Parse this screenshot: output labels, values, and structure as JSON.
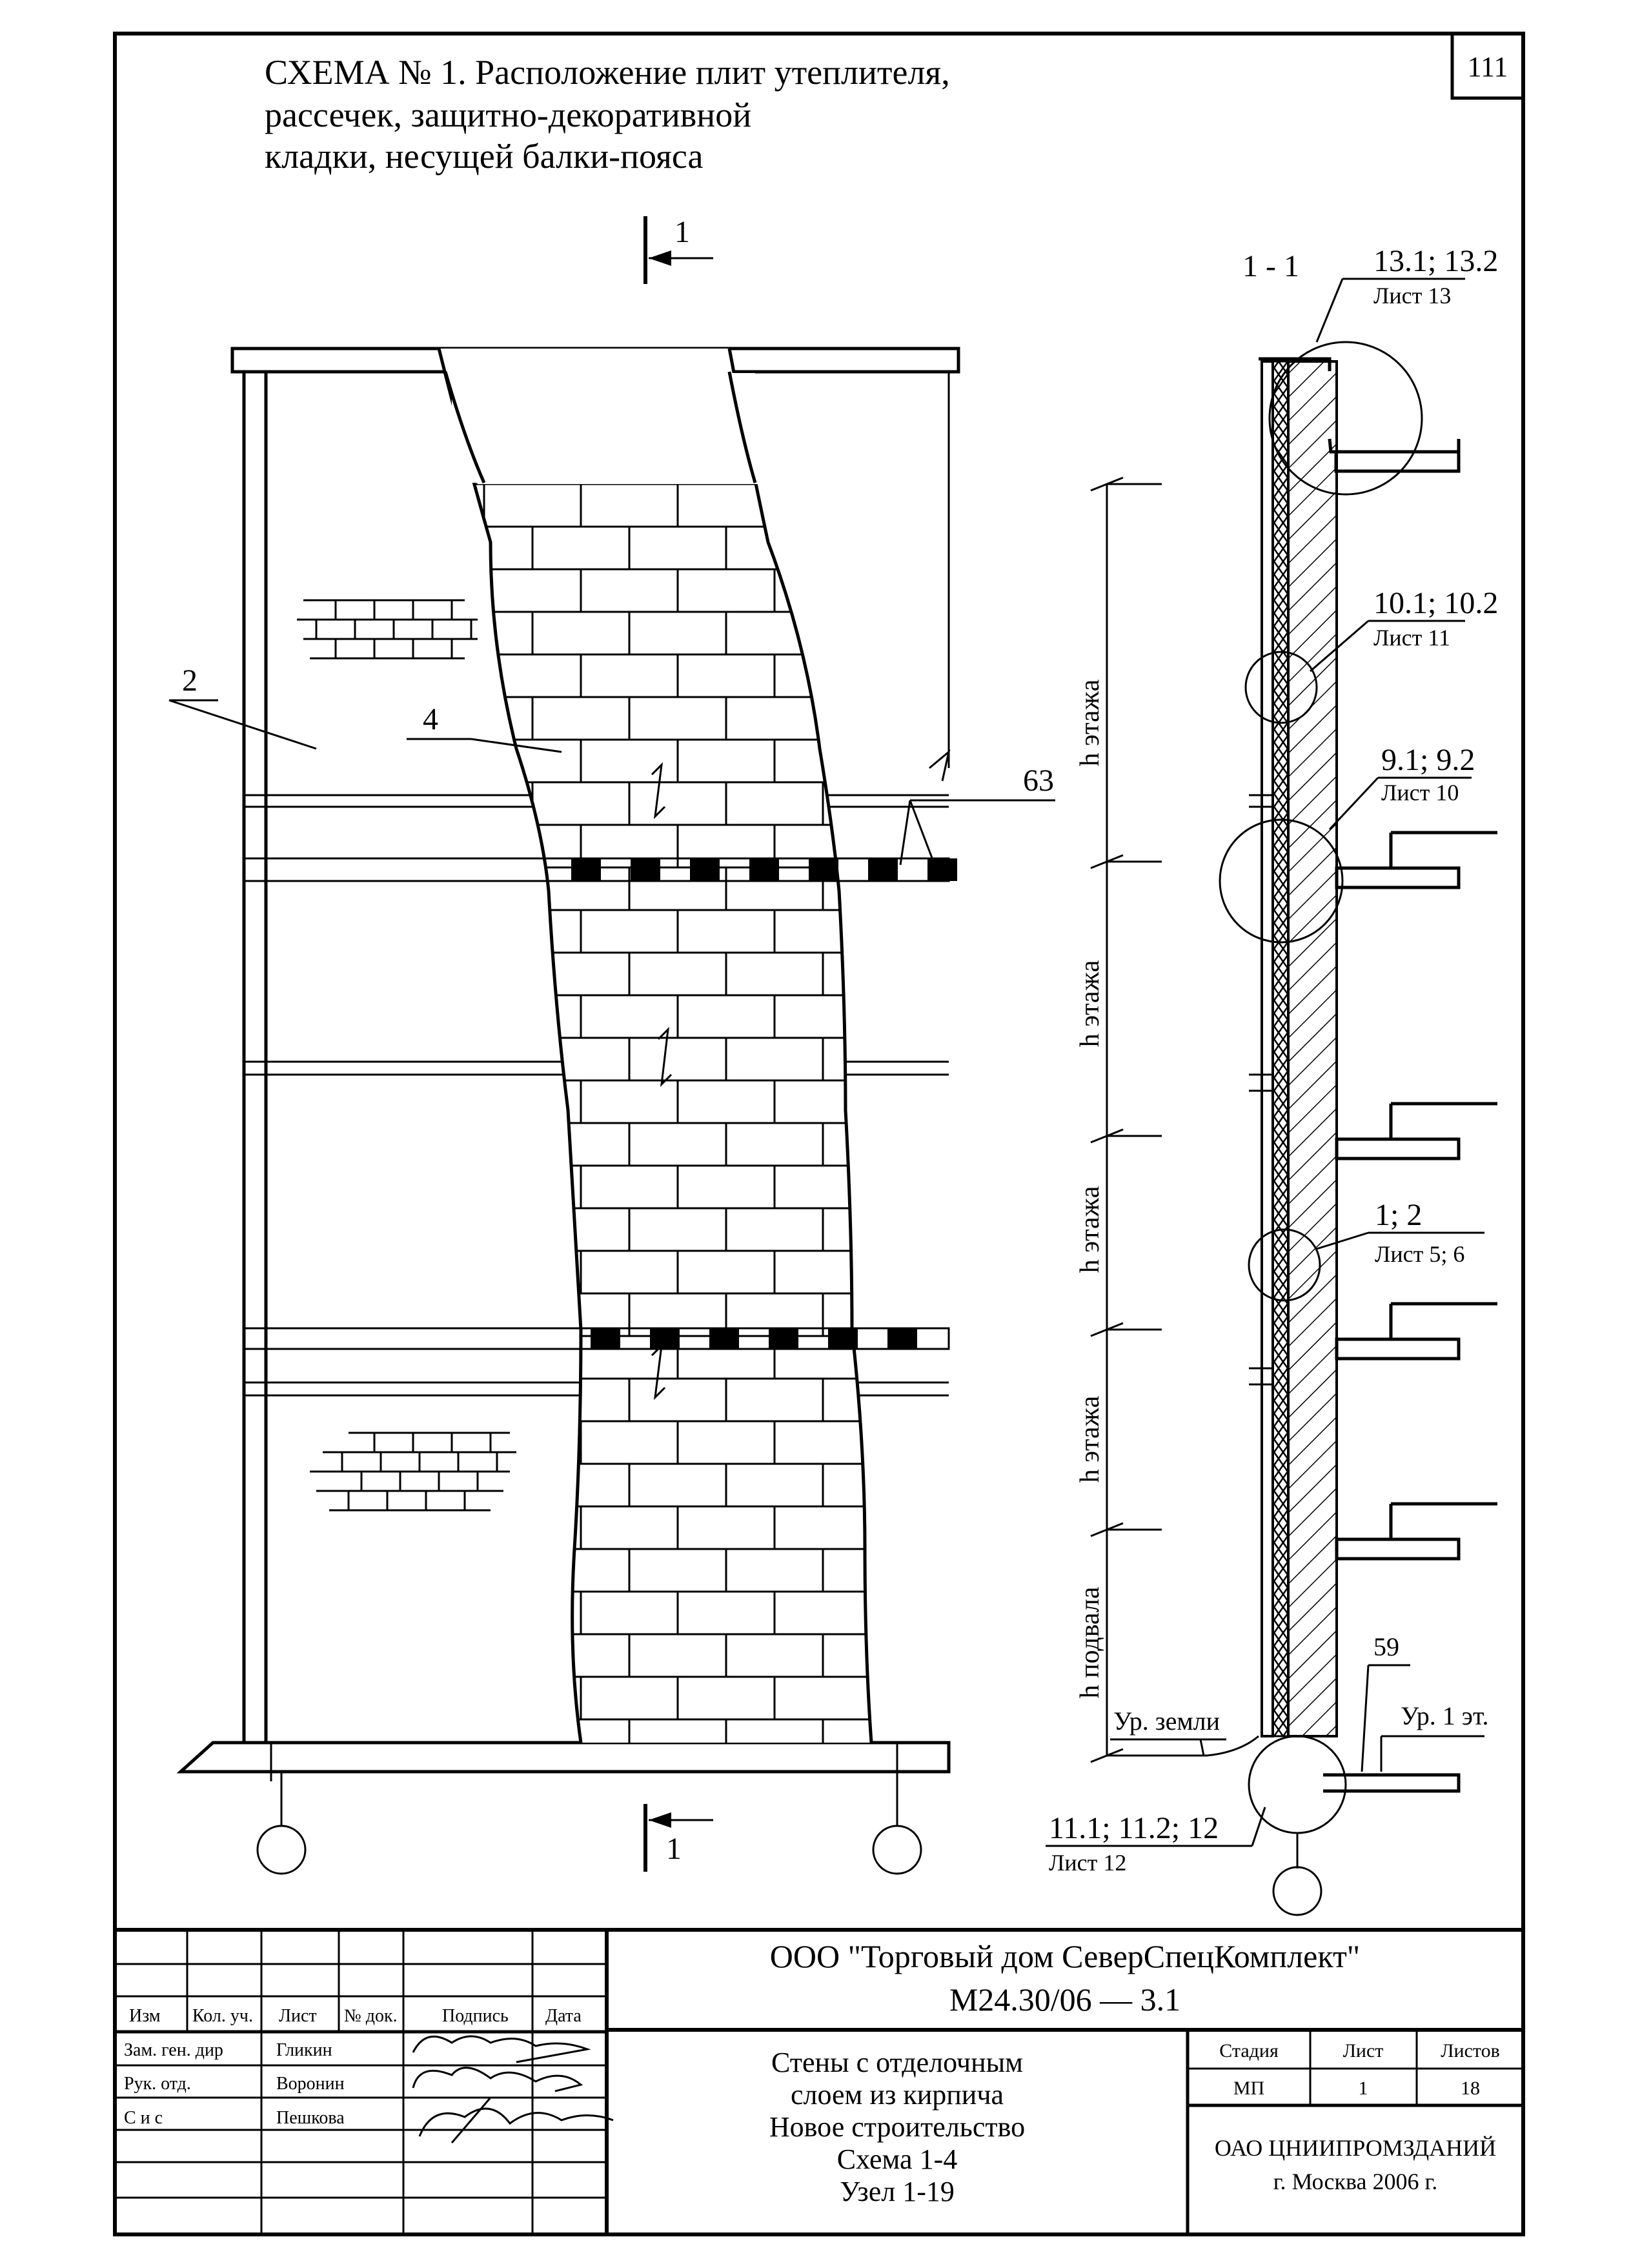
{
  "sheet": {
    "number": "111"
  },
  "scheme_title": {
    "line1": "СХЕМА № 1. Расположение плит утеплителя,",
    "line2": "рассечек, защитно-декоративной",
    "line3": "кладки, несущей балки-пояса"
  },
  "elevation": {
    "section_mark": "1",
    "callouts": {
      "panel": "2",
      "masonry": "4",
      "cut_line": "63"
    }
  },
  "section": {
    "label": "1 - 1",
    "details": [
      {
        "ref": "13.1; 13.2",
        "sheet": "Лист 13"
      },
      {
        "ref": "10.1; 10.2",
        "sheet": "Лист 11"
      },
      {
        "ref": "9.1; 9.2",
        "sheet": "Лист 10"
      },
      {
        "ref": "1; 2",
        "sheet": "Лист 5; 6"
      },
      {
        "ref": "11.1; 11.2; 12",
        "sheet": "Лист 12"
      }
    ],
    "dim_labels": {
      "floor1": "h этажа",
      "floor2": "h этажа",
      "floor3": "h этажа",
      "floor4": "h этажа",
      "basement": "h подвала"
    },
    "ground_level": "Ур. земли",
    "first_floor_level": "Ур. 1 эт.",
    "item_59": "59"
  },
  "title_block": {
    "company": "ООО \"Торговый дом СеверСпецКомплект\"",
    "code": "М24.30/06 — 3.1",
    "headers": [
      "Изм",
      "Кол. уч.",
      "Лист",
      "№ док.",
      "Подпись",
      "Дата"
    ],
    "rows": [
      {
        "role": "Зам. ген. дир",
        "name": "Гликин"
      },
      {
        "role": "Рук. отд.",
        "name": "Воронин"
      },
      {
        "role": "С и с",
        "name": "Пешкова"
      }
    ],
    "description": [
      "Стены с отделочным",
      "слоем из кирпича",
      "Новое строительство",
      "Схема 1-4",
      "Узел 1-19"
    ],
    "stage_header": "Стадия",
    "sheet_header": "Лист",
    "sheets_header": "Листов",
    "stage": "МП",
    "sheet_no": "1",
    "sheets_total": "18",
    "org": "ОАО ЦНИИПРОМЗДАНИЙ",
    "city_year": "г. Москва 2006 г."
  }
}
